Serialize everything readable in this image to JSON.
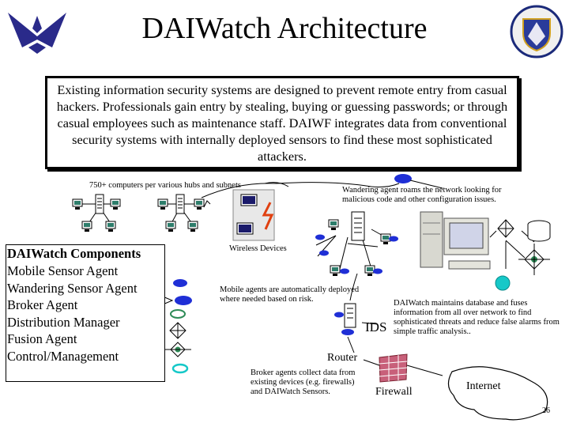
{
  "slide": {
    "title": "DAIWatch Architecture",
    "summary": "Existing information security systems are designed to prevent remote entry from casual hackers. Professionals gain entry by stealing, buying or guessing passwords; or through casual employees such as maintenance staff. DAIWF integrates data from conventional security systems with internally deployed sensors to find these most sophisticated attackers.",
    "page_number": "26"
  },
  "labels": {
    "computers_hubs": "750+ computers per various hubs and subnets",
    "wandering_agent": "Wandering agent roams the network looking for malicious code and other configuration issues.",
    "wireless": "Wireless Devices",
    "mobile_agents": "Mobile agents are automatically deployed where needed based on risk.",
    "database": "DAIWatch maintains database and fuses information from all over network to find sophisticated threats and reduce false alarms from simple traffic analysis..",
    "ids": "IDS",
    "router": "Router",
    "broker": "Broker agents collect data from existing devices (e.g. firewalls) and DAIWatch Sensors.",
    "firewall": "Firewall",
    "internet": "Internet"
  },
  "components": {
    "title": "DAIWatch Components",
    "items": [
      "Mobile Sensor Agent",
      "Wandering Sensor Agent",
      "Broker Agent",
      "Distribution Manager",
      "Fusion Agent",
      "Control/Management"
    ]
  },
  "colors": {
    "agent_blue": "#1f2fd6",
    "agent_cyan": "#16c8c8",
    "agent_green": "#2e8b57",
    "firewall_brick": "#c8607a"
  },
  "icons": [
    "usaf-logo-icon",
    "afrl-shield-icon",
    "computer-icon",
    "hub-icon",
    "server-tower-icon",
    "mobile-agent-icon",
    "wandering-agent-icon",
    "broker-agent-icon",
    "distribution-manager-icon",
    "fusion-agent-icon",
    "control-management-icon",
    "database-icon",
    "firewall-icon",
    "internet-cloud-icon"
  ]
}
